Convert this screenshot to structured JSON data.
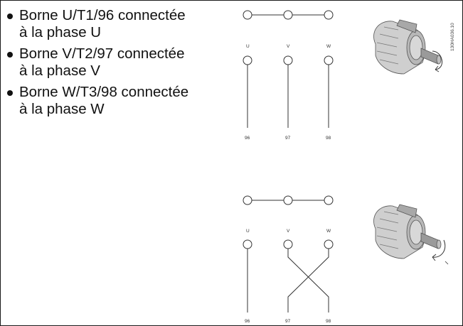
{
  "bullets": [
    {
      "line1": "Borne U/T1/96 connectée",
      "line2": "à la phase U"
    },
    {
      "line1": "Borne V/T2/97 connectée",
      "line2": "à la phase V"
    },
    {
      "line1": "Borne W/T3/98 connectée",
      "line2": "à la phase W"
    }
  ],
  "ref_code": "130HA036.10",
  "wiring_top": {
    "phases": [
      "U",
      "V",
      "W"
    ],
    "terminals": [
      "96",
      "97",
      "98"
    ],
    "crossed": false
  },
  "wiring_bottom": {
    "phases": [
      "U",
      "V",
      "W"
    ],
    "terminals": [
      "96",
      "97",
      "98"
    ],
    "crossed": true
  },
  "colors": {
    "line": "#333333",
    "text": "#111111",
    "motor_body": "#cfcfcf",
    "motor_shadow": "#8a8a8a"
  }
}
